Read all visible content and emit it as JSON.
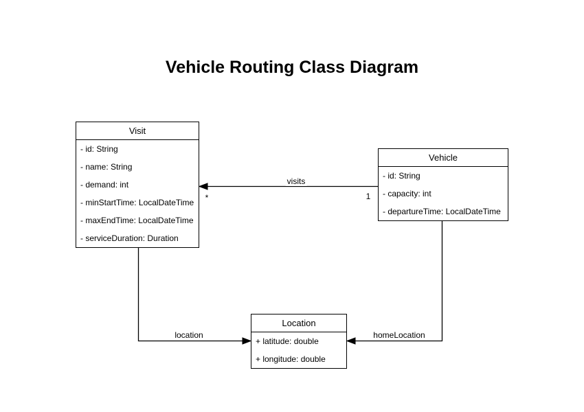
{
  "title": {
    "text": "Vehicle Routing Class Diagram"
  },
  "classes": [
    {
      "name": "Visit",
      "attributes": [
        "- id: String",
        "- name: String",
        "- demand: int",
        "- minStartTime: LocalDateTime",
        "- maxEndTime: LocalDateTime",
        "- serviceDuration: Duration"
      ]
    },
    {
      "name": "Vehicle",
      "attributes": [
        "- id: String",
        "- capacity: int",
        "- departureTime: LocalDateTime"
      ]
    },
    {
      "name": "Location",
      "attributes": [
        "+ latitude: double",
        "+ longitude: double"
      ]
    }
  ],
  "edges": [
    {
      "label": "visits",
      "source": "Vehicle",
      "target": "Visit",
      "source_multiplicity": "1",
      "target_multiplicity": "*"
    },
    {
      "label": "location",
      "source": "Visit",
      "target": "Location"
    },
    {
      "label": "homeLocation",
      "source": "Vehicle",
      "target": "Location"
    }
  ],
  "colors": {
    "background": "#ffffff",
    "box_fill": "#ffffff",
    "box_border": "#000000",
    "line": "#000000",
    "text": "#000000"
  }
}
